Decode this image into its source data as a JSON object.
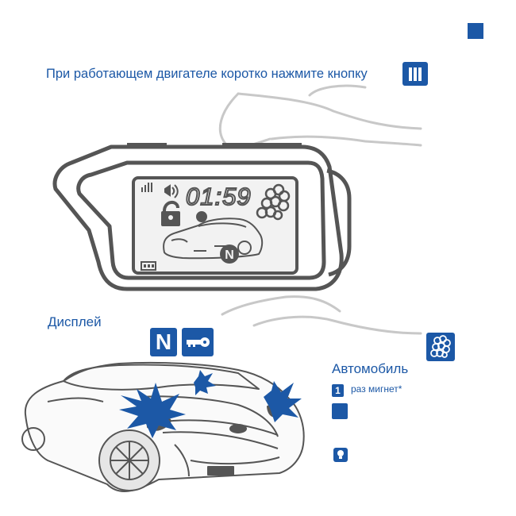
{
  "instruction": {
    "text": "При работающем двигателе  коротко нажмите кнопку",
    "button_icon": "triple-bar-button-icon"
  },
  "fob_display": {
    "timer": "01:59",
    "icons": [
      "signal-icon",
      "sound-icon",
      "unlock-icon",
      "exhaust-smoke-icon",
      "car-icon",
      "n-gear-icon",
      "battery-icon"
    ]
  },
  "display_section": {
    "label": "Дисплей",
    "n_badge": "N",
    "key_badge_icon": "key-icon"
  },
  "car_section": {
    "label": "Автомобиль",
    "cloud_badge_icon": "exhaust-smoke-icon",
    "blink_number": "1",
    "blink_text": "раз мигнет*",
    "bulb_icon": "lamp-icon"
  },
  "colors": {
    "accent": "#1c58a6",
    "outline": "#555555",
    "hand": "#c8c8c8"
  }
}
